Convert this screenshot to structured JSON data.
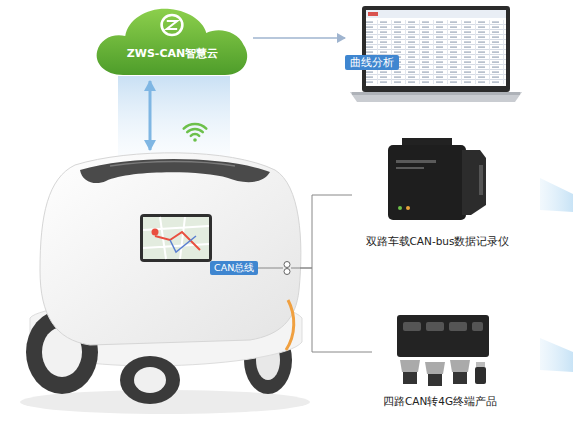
{
  "diagram": {
    "nodes": [
      {
        "text": [
          "ZWS-CAN智慧云"
        ]
      },
      {
        "text": [
          "曲线分析"
        ]
      },
      {
        "text": [
          "CAN总线"
        ]
      },
      {
        "text": [
          "双路车载CAN-bus数据记录仪"
        ]
      },
      {
        "text": [
          "四路CAN转4G终端产品"
        ]
      }
    ],
    "edges": [
      {
        "from": 0,
        "to": 1,
        "arrow": "to"
      },
      {
        "from": 0,
        "to": 2,
        "arrow": "both"
      },
      {
        "from": 2,
        "to": 3,
        "arrow": "none"
      },
      {
        "from": 2,
        "to": 4,
        "arrow": "none"
      }
    ]
  }
}
